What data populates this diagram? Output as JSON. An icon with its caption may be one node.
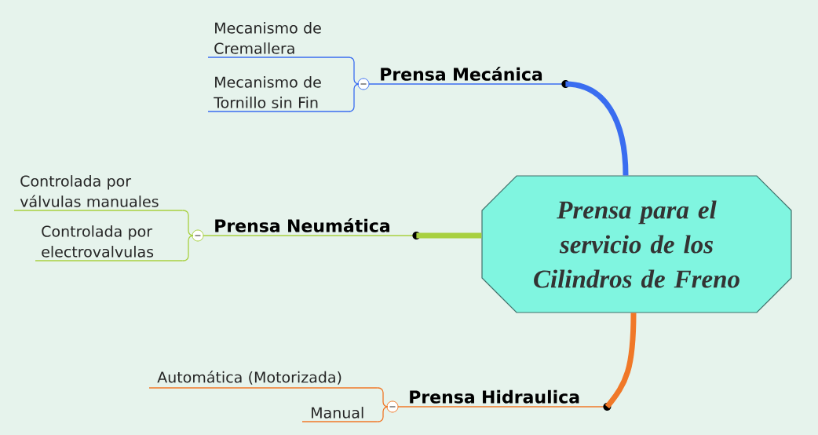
{
  "diagram": {
    "nodes": [
      {
        "text": [
          "Prensa para el servicio de los Cilindros de Freno"
        ]
      },
      {
        "text": [
          "Prensa Mecánica"
        ]
      },
      {
        "text": [
          "Mecanismo de Cremallera"
        ]
      },
      {
        "text": [
          "Mecanismo de Tornillo sin Fin"
        ]
      },
      {
        "text": [
          "Prensa Neumática"
        ]
      },
      {
        "text": [
          "Controlada por válvulas manuales"
        ]
      },
      {
        "text": [
          "Controlada por electrovalvulas"
        ]
      },
      {
        "text": [
          "Prensa Hidraulica"
        ]
      },
      {
        "text": [
          "Automática (Motorizada)"
        ]
      },
      {
        "text": [
          "Manual"
        ]
      }
    ],
    "edges": [
      {
        "from": 0,
        "to": 1,
        "arrow": "none",
        "style": "thick",
        "color": "#3a6df0"
      },
      {
        "from": 1,
        "to": 2,
        "arrow": "none",
        "color": "#3a6df0"
      },
      {
        "from": 1,
        "to": 3,
        "arrow": "none",
        "color": "#3a6df0"
      },
      {
        "from": 0,
        "to": 4,
        "arrow": "none",
        "style": "thick",
        "color": "#a8d040"
      },
      {
        "from": 4,
        "to": 5,
        "arrow": "none",
        "color": "#a8d040"
      },
      {
        "from": 4,
        "to": 6,
        "arrow": "none",
        "color": "#a8d040"
      },
      {
        "from": 0,
        "to": 7,
        "arrow": "none",
        "style": "thick",
        "color": "#f07828"
      },
      {
        "from": 7,
        "to": 8,
        "arrow": "none",
        "color": "#f07828"
      },
      {
        "from": 7,
        "to": 9,
        "arrow": "none",
        "color": "#f07828"
      }
    ]
  }
}
